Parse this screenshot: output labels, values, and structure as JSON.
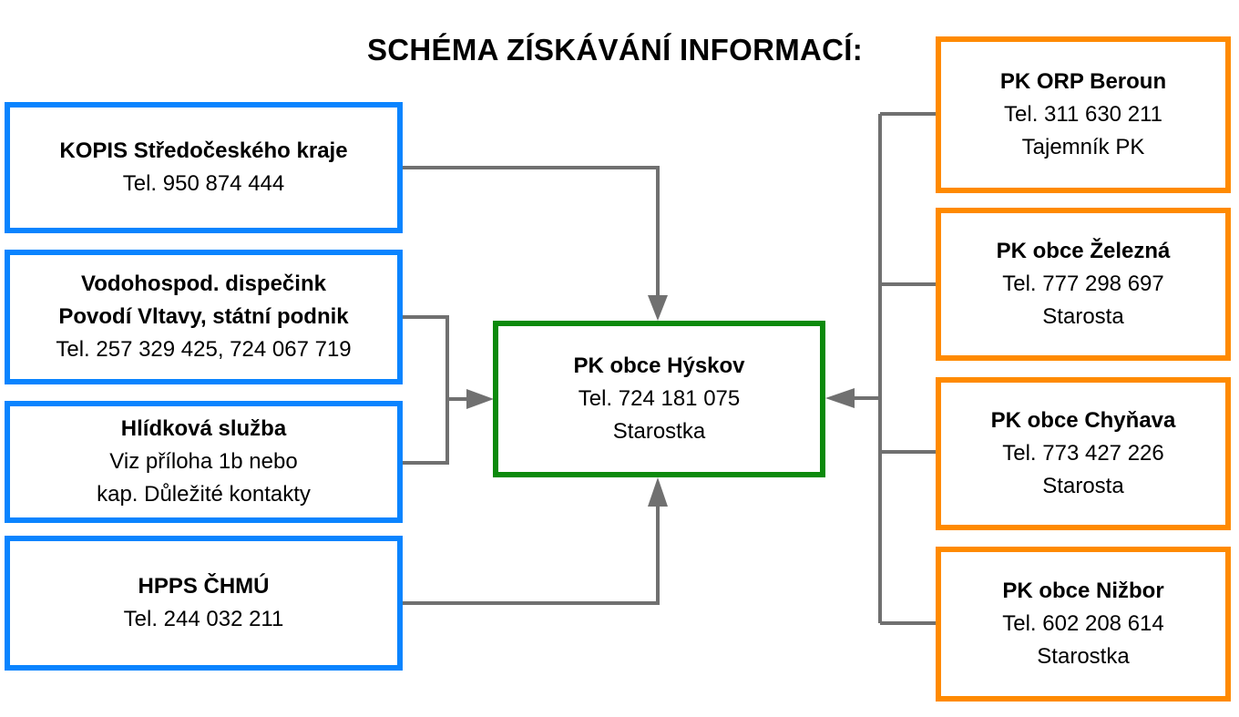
{
  "title": "SCHÉMA ZÍSKÁVÁNÍ INFORMACÍ:",
  "colors": {
    "source_border": "#0a84ff",
    "neighbor_border": "#ff8a00",
    "center_border": "#0c8a0c",
    "connector": "#707070"
  },
  "center": {
    "name": "PK obce Hýskov",
    "phone": "Tel. 724 181 075",
    "role": "Starostka"
  },
  "left_sources": [
    {
      "lines": [
        "KOPIS Středočeského kraje"
      ],
      "phone": "Tel. 950 874 444"
    },
    {
      "lines": [
        "Vodohospod. dispečink",
        "Povodí Vltavy, státní podnik"
      ],
      "phone": "Tel. 257 329 425, 724 067 719"
    },
    {
      "lines": [
        "Hlídková služba"
      ],
      "detail": [
        "Viz příloha 1b nebo",
        "kap. Důležité kontakty"
      ]
    },
    {
      "lines": [
        "HPPS ČHMÚ"
      ],
      "phone": "Tel. 244 032 211"
    }
  ],
  "right_sources": [
    {
      "name": "PK ORP Beroun",
      "phone": "Tel. 311 630 211",
      "role": "Tajemník PK"
    },
    {
      "name": "PK obce Železná",
      "phone": "Tel. 777 298 697",
      "role": "Starosta"
    },
    {
      "name": "PK obce Chyňava",
      "phone": "Tel. 773 427 226",
      "role": "Starosta"
    },
    {
      "name": "PK obce Nižbor",
      "phone": "Tel. 602 208 614",
      "role": "Starostka"
    }
  ]
}
